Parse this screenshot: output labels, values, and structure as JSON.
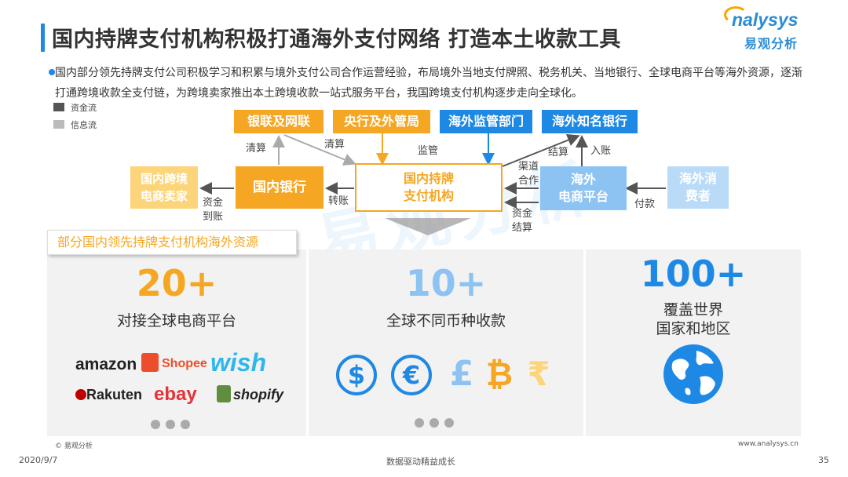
{
  "header": {
    "title": "国内持牌支付机构积极打通海外支付网络 打造本土收款工具",
    "logo_en": "nalysys",
    "logo_cn": "易观分析"
  },
  "description": "国内部分领先持牌支付公司积极学习和积累与境外支付公司合作运营经验，布局境外当地支付牌照、税务机关、当地银行、全球电商平台等海外资源，逐渐打通跨境收款全支付链，为跨境卖家推出本土跨境收款一站式服务平台，我国跨境支付机构逐步走向全球化。",
  "legend": {
    "fund_flow": "资金流",
    "info_flow": "信息流"
  },
  "diagram": {
    "boxes": {
      "unionpay": "银联及网联",
      "central_bank": "央行及外管局",
      "overseas_regulator": "海外监管部门",
      "overseas_bank": "海外知名银行",
      "domestic_seller": "国内跨境\n电商卖家",
      "domestic_bank": "国内银行",
      "payment_institution": "国内持牌\n支付机构",
      "overseas_platform": "海外\n电商平台",
      "overseas_consumer": "海外消\n费者"
    },
    "labels": {
      "clearing_1": "清算",
      "clearing_2": "清算",
      "supervision": "监管",
      "settlement_top": "结算",
      "deposit": "入账",
      "channel_coop": "渠道\n合作",
      "fund_settlement": "资金\n结算",
      "transfer": "转账",
      "fund_arrival": "资金\n到账",
      "payment": "付款"
    },
    "watermark": "易观分析"
  },
  "section": {
    "tab_title": "部分国内领先持牌支付机构海外资源",
    "colors": {
      "orange": "#f5a623",
      "blue": "#1e88e5",
      "light_blue": "#8cc3f2"
    },
    "panels": [
      {
        "number": "20+",
        "caption": "对接全球电商平台",
        "brands": [
          "amazon",
          "Shopee",
          "wish",
          "Rakuten",
          "ebay",
          "shopify"
        ]
      },
      {
        "number": "10+",
        "caption": "全球不同币种收款",
        "currencies": [
          "$",
          "€",
          "£",
          "₿",
          "₹"
        ]
      },
      {
        "number": "100+",
        "caption_line1": "覆盖世界",
        "caption_line2": "国家和地区",
        "icon": "globe-icon"
      }
    ]
  },
  "footer": {
    "source": "© 易观分析",
    "date": "2020/9/7",
    "slogan": "数据驱动精益成长",
    "website": "www.analysys.cn",
    "page": "35"
  }
}
